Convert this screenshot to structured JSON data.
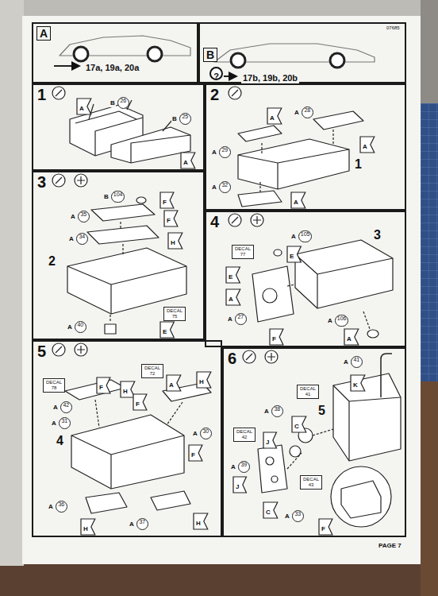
{
  "diagram": {
    "nodes": [
      {
        "text": [
          "A",
          "17a, 19a, 20a"
        ]
      },
      {
        "text": [
          "B",
          "17b, 19b, 20b"
        ]
      },
      {
        "text": [
          "?"
        ],
        "in": 1
      },
      {
        "text": [
          "1"
        ]
      },
      {
        "text": [
          "A"
        ],
        "in": 3
      },
      {
        "text": [
          "B",
          "26"
        ],
        "in": 3
      },
      {
        "text": [
          "B",
          "25"
        ],
        "in": 3
      },
      {
        "text": [
          "A"
        ],
        "in": 3
      },
      {
        "text": [
          "2"
        ]
      },
      {
        "text": [
          "A"
        ],
        "in": 8
      },
      {
        "text": [
          "A",
          "28"
        ],
        "in": 8
      },
      {
        "text": [
          "A",
          "29"
        ],
        "in": 8
      },
      {
        "text": [
          "A"
        ],
        "in": 8
      },
      {
        "text": [
          "A",
          "32"
        ],
        "in": 8
      },
      {
        "text": [
          "A"
        ],
        "in": 8
      },
      {
        "text": [
          "3"
        ]
      },
      {
        "text": [
          "B",
          "104"
        ],
        "in": 15
      },
      {
        "text": [
          "F"
        ],
        "in": 15
      },
      {
        "text": [
          "A",
          "35"
        ],
        "in": 15
      },
      {
        "text": [
          "F"
        ],
        "in": 15
      },
      {
        "text": [
          "A",
          "34"
        ],
        "in": 15
      },
      {
        "text": [
          "H"
        ],
        "in": 15
      },
      {
        "text": [
          "DECAL",
          "75"
        ],
        "in": 15
      },
      {
        "text": [
          "A",
          "40"
        ],
        "in": 15
      },
      {
        "text": [
          "E"
        ],
        "in": 15
      },
      {
        "text": [
          "4"
        ]
      },
      {
        "text": [
          "A",
          "105"
        ],
        "in": 25
      },
      {
        "text": [
          "E"
        ],
        "in": 25
      },
      {
        "text": [
          "DECAL",
          "77"
        ],
        "in": 25
      },
      {
        "text": [
          "E"
        ],
        "in": 25
      },
      {
        "text": [
          "A"
        ],
        "in": 25
      },
      {
        "text": [
          "A",
          "27"
        ],
        "in": 25
      },
      {
        "text": [
          "F"
        ],
        "in": 25
      },
      {
        "text": [
          "A",
          "106"
        ],
        "in": 25
      },
      {
        "text": [
          "A"
        ],
        "in": 25
      },
      {
        "text": [
          "5"
        ]
      },
      {
        "text": [
          "DECAL",
          "78"
        ],
        "in": 35
      },
      {
        "text": [
          "F"
        ],
        "in": 35
      },
      {
        "text": [
          "H"
        ],
        "in": 35
      },
      {
        "text": [
          "DECAL",
          "72"
        ],
        "in": 35
      },
      {
        "text": [
          "A"
        ],
        "in": 35
      },
      {
        "text": [
          "H"
        ],
        "in": 35
      },
      {
        "text": [
          "A",
          "42"
        ],
        "in": 35
      },
      {
        "text": [
          "F"
        ],
        "in": 35
      },
      {
        "text": [
          "A",
          "31"
        ],
        "in": 35
      },
      {
        "text": [
          "A",
          "30"
        ],
        "in": 35
      },
      {
        "text": [
          "F"
        ],
        "in": 35
      },
      {
        "text": [
          "A",
          "36"
        ],
        "in": 35
      },
      {
        "text": [
          "H"
        ],
        "in": 35
      },
      {
        "text": [
          "A",
          "37"
        ],
        "in": 35
      },
      {
        "text": [
          "H"
        ],
        "in": 35
      },
      {
        "text": [
          "6"
        ]
      },
      {
        "text": [
          "A",
          "41"
        ],
        "in": 51
      },
      {
        "text": [
          "K"
        ],
        "in": 51
      },
      {
        "text": [
          "DECAL",
          "41"
        ],
        "in": 51
      },
      {
        "text": [
          "A",
          "38"
        ],
        "in": 51
      },
      {
        "text": [
          "C"
        ],
        "in": 51
      },
      {
        "text": [
          "DECAL",
          "42"
        ],
        "in": 51
      },
      {
        "text": [
          "J"
        ],
        "in": 51
      },
      {
        "text": [
          "A",
          "39"
        ],
        "in": 51
      },
      {
        "text": [
          "J"
        ],
        "in": 51
      },
      {
        "text": [
          "C"
        ],
        "in": 51
      },
      {
        "text": [
          "DECAL",
          "43"
        ],
        "in": 51
      },
      {
        "text": [
          "A",
          "33"
        ],
        "in": 51
      },
      {
        "text": [
          "F"
        ],
        "in": 51
      }
    ],
    "labels": [
      "07685",
      "1",
      "2",
      "3",
      "4",
      "5",
      "PAGE 7"
    ]
  }
}
